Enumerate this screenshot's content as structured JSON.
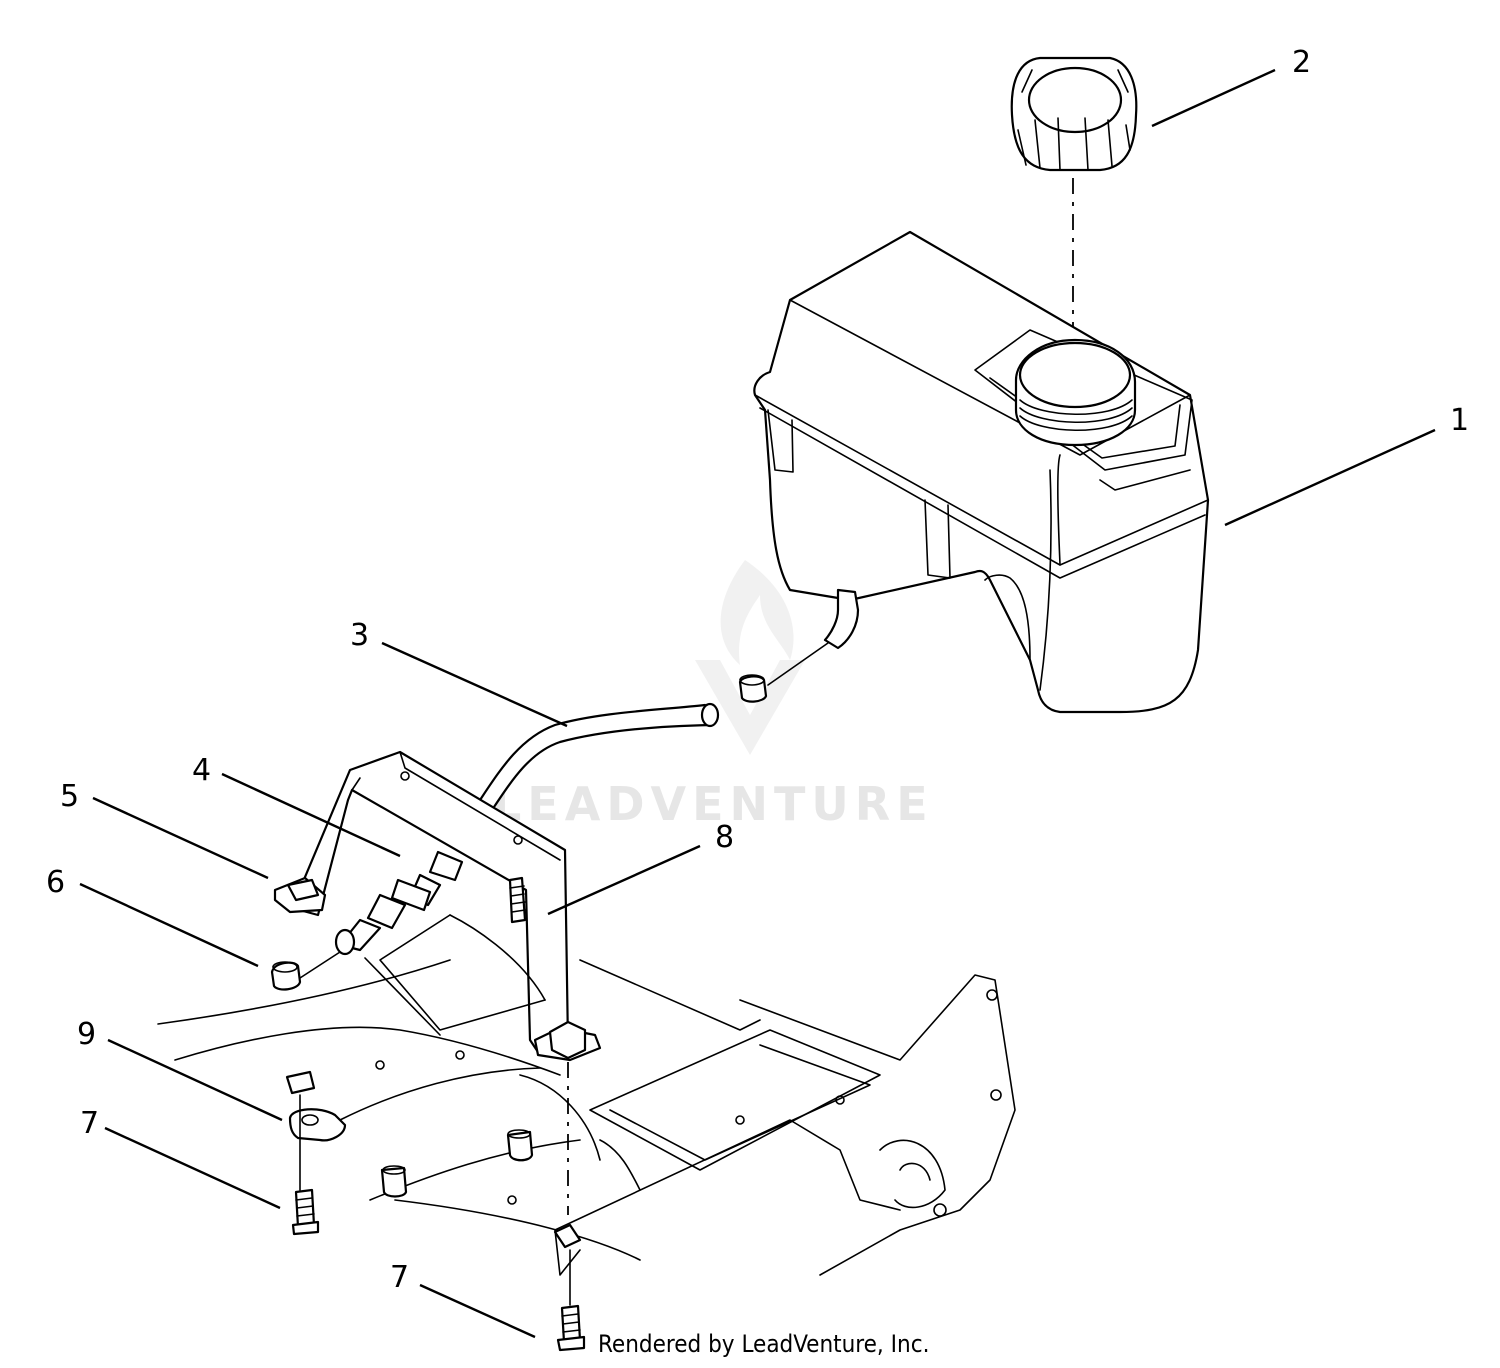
{
  "callouts": [
    {
      "id": "c1",
      "label": "1"
    },
    {
      "id": "c2",
      "label": "2"
    },
    {
      "id": "c3",
      "label": "3"
    },
    {
      "id": "c4",
      "label": "4"
    },
    {
      "id": "c5",
      "label": "5"
    },
    {
      "id": "c6",
      "label": "6"
    },
    {
      "id": "c7a",
      "label": "7"
    },
    {
      "id": "c7b",
      "label": "7"
    },
    {
      "id": "c8",
      "label": "8"
    },
    {
      "id": "c9",
      "label": "9"
    }
  ],
  "watermark": {
    "text": "LEADVENTURE"
  },
  "credit": {
    "text": "Rendered by LeadVenture, Inc."
  }
}
